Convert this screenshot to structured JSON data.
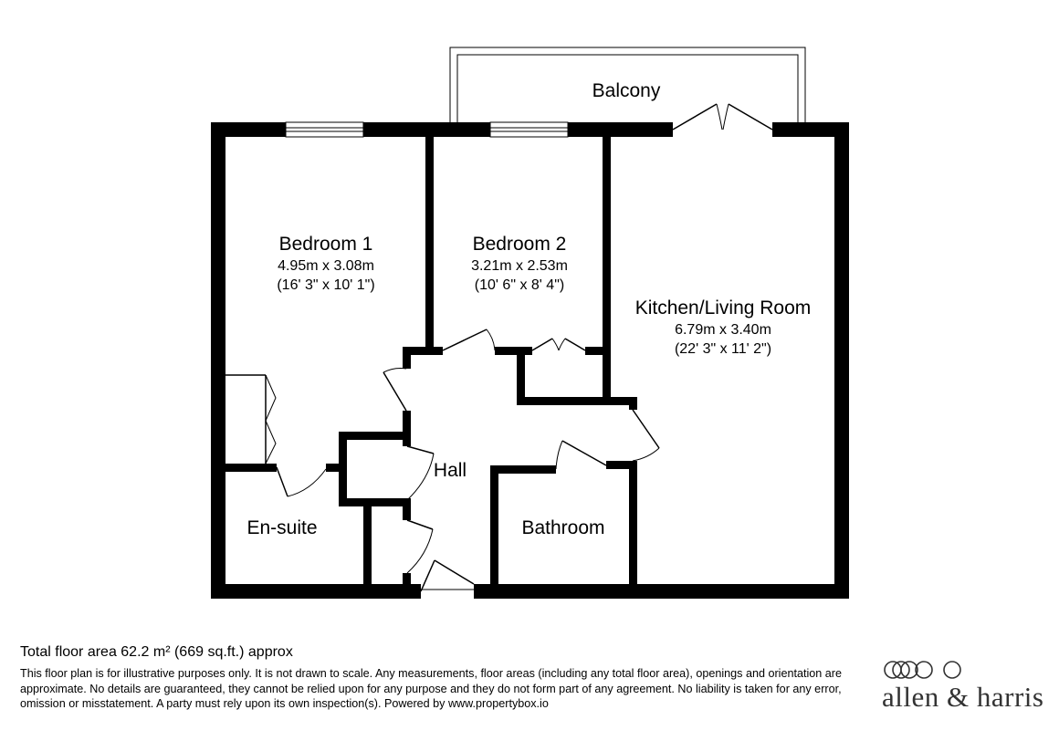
{
  "rooms": {
    "balcony": {
      "name": "Balcony"
    },
    "bedroom1": {
      "name": "Bedroom 1",
      "metric": "4.95m x 3.08m",
      "imperial": "(16' 3\" x 10' 1\")"
    },
    "bedroom2": {
      "name": "Bedroom 2",
      "metric": "3.21m x 2.53m",
      "imperial": "(10' 6\" x 8' 4\")"
    },
    "kitchen": {
      "name": "Kitchen/Living Room",
      "metric": "6.79m x 3.40m",
      "imperial": "(22' 3\" x 11' 2\")"
    },
    "hall": {
      "name": "Hall"
    },
    "ensuite": {
      "name": "En-suite"
    },
    "bathroom": {
      "name": "Bathroom"
    }
  },
  "footer": {
    "total_area": "Total floor area 62.2 m² (669 sq.ft.) approx",
    "disclaimer": "This floor plan is for illustrative purposes only. It is not drawn to scale. Any measurements, floor areas (including any total floor area), openings and orientation are approximate. No details are guaranteed, they cannot be relied upon for any purpose and they do not form part of any agreement. No liability is taken for any error, omission or misstatement. A party must rely upon its own inspection(s). Powered by www.propertybox.io"
  },
  "logo": {
    "text": "allen & harris"
  },
  "colors": {
    "wall": "#000000",
    "background": "#ffffff",
    "logo": "#333333"
  }
}
